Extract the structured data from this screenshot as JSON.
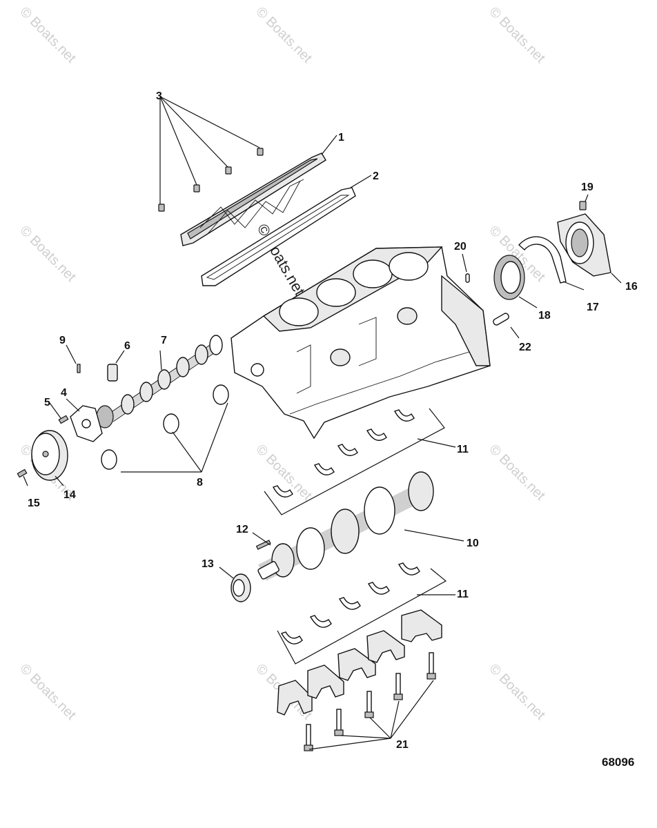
{
  "watermark": "© Boats.net",
  "diagram_code": "68096",
  "callouts": {
    "c1": "1",
    "c2": "2",
    "c3": "3",
    "c4": "4",
    "c5": "5",
    "c6": "6",
    "c7": "7",
    "c8": "8",
    "c9": "9",
    "c10": "10",
    "c11a": "11",
    "c11b": "11",
    "c12": "12",
    "c13": "13",
    "c14": "14",
    "c15": "15",
    "c16": "16",
    "c17": "17",
    "c18": "18",
    "c19": "19",
    "c20": "20",
    "c21": "21",
    "c22": "22"
  }
}
